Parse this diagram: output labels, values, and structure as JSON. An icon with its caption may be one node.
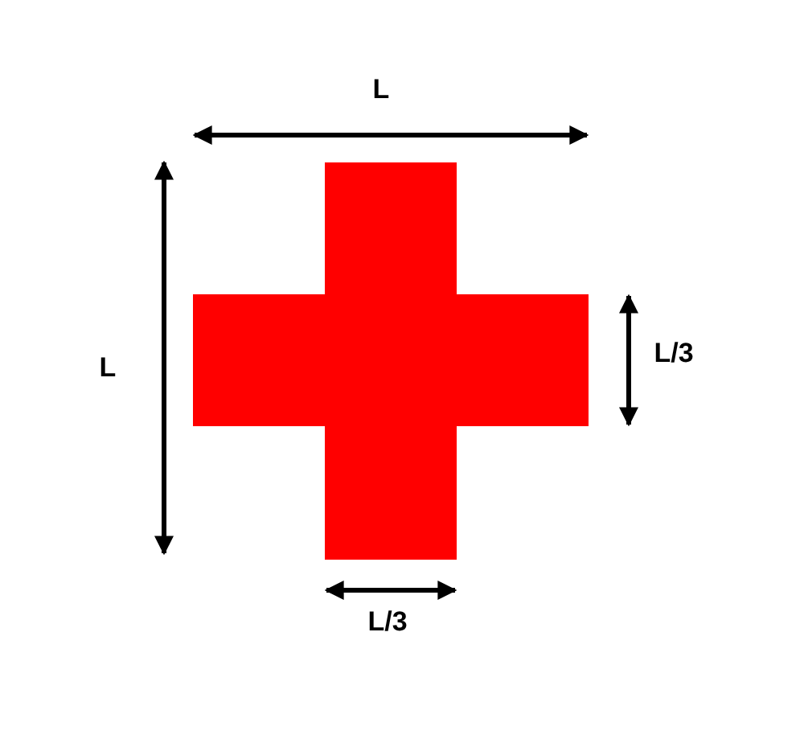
{
  "diagram": {
    "nodes": [
      {
        "text": [],
        "shape": "cross"
      }
    ],
    "labels": [
      "L",
      "L",
      "L/3",
      "L/3"
    ]
  }
}
